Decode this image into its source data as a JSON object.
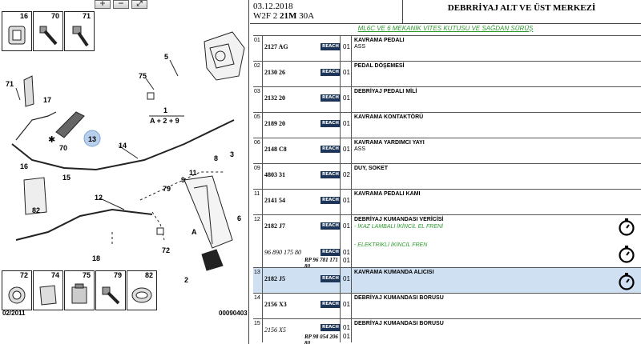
{
  "diagram": {
    "zoom_in_label": "+",
    "zoom_out_label": "−",
    "zoom_fit_label": "⤢",
    "top_thumbs": [
      "16",
      "70",
      "71"
    ],
    "bottom_thumbs": [
      "72",
      "74",
      "75",
      "79",
      "82"
    ],
    "labels": {
      "n1": "1",
      "formula": "A + 2 + 9",
      "n2": "2",
      "n3": "3",
      "n5": "5",
      "n6": "6",
      "n8": "8",
      "n9": "9",
      "n11": "11",
      "n12": "12",
      "n13": "13",
      "n14": "14",
      "n15": "15",
      "n16": "16",
      "n17": "17",
      "n18": "18",
      "n70": "70",
      "n71": "71",
      "n72": "72",
      "n75": "75",
      "n79": "79",
      "n82": "82",
      "nA": "A"
    },
    "footer_date": "02/2011",
    "footer_code": "00090403"
  },
  "header": {
    "date": "03.12.2018",
    "model_prefix": "W2F 2",
    "model_bold": "21M",
    "model_suffix": "30A",
    "title": "DEBRRİYAJ ALT VE ÜST MERKEZİ",
    "subtitle": "ML6C VE 6 MEKANİK VİTES KUTUSU VE SAĞDAN SÜRÜŞ"
  },
  "reach_label": "REACH",
  "rows": [
    {
      "num": "01",
      "ref": "2127 AG",
      "qty": "01",
      "desc": "KAVRAMA PEDALI",
      "desc2": "ASS"
    },
    {
      "num": "02",
      "ref": "2130 26",
      "qty": "01",
      "desc": "PEDAL DÖŞEMESİ",
      "desc2": ""
    },
    {
      "num": "03",
      "ref": "2132 20",
      "qty": "01",
      "desc": "DEBRİYAJ PEDALI MİLİ",
      "desc2": ""
    },
    {
      "num": "05",
      "ref": "2189 20",
      "qty": "01",
      "desc": "KAVRAMA KONTAKTÖRÜ",
      "desc2": ""
    },
    {
      "num": "06",
      "ref": "2148 C8",
      "qty": "01",
      "desc": "KAVRAMA YARDIMCI YAYI",
      "desc2": "ASS"
    },
    {
      "num": "09",
      "ref": "4803 31",
      "qty": "02",
      "desc": "DUY, SOKET",
      "desc2": ""
    },
    {
      "num": "11",
      "ref": "2141 54",
      "qty": "01",
      "desc": "KAVRAMA PEDALI KAMI",
      "desc2": ""
    }
  ],
  "row12": {
    "num": "12",
    "ref": "2182 J7",
    "qty": "01",
    "desc": "DEBRİYAJ KUMANDASI VERİCİSİ",
    "note1": "- İKAZ LAMBALI İKİNCİL EL FRENİ",
    "ref_b": "96 890 175 80",
    "qty_b": "01",
    "note2": "- ELEKTRİKLİ İKİNCİL FREN",
    "rp": "RP 96 781 171 80",
    "qty_c": "01"
  },
  "row13": {
    "num": "13",
    "ref": "2182 J5",
    "qty": "01",
    "desc": "KAVRAMA KUMANDA ALICISI"
  },
  "row14": {
    "num": "14",
    "ref": "2156 X3",
    "qty": "01",
    "desc": "DEBRİYAJ KUMANDASI BORUSU"
  },
  "row15": {
    "num": "15",
    "ref": "2156 X5",
    "qty": "01",
    "qty2": "01",
    "desc": "DEBRİYAJ KUMANDASI BORUSU",
    "rp": "RP 98 054 206 80"
  },
  "colors": {
    "reach_bg": "#1d3557",
    "selected_row": "#cfe0f3",
    "note_green": "#2e9a2e",
    "highlight_callout": "#b8d0ec"
  },
  "icons": [
    "zoom-in-icon",
    "zoom-out-icon",
    "zoom-fit-icon",
    "stopwatch-icon"
  ]
}
